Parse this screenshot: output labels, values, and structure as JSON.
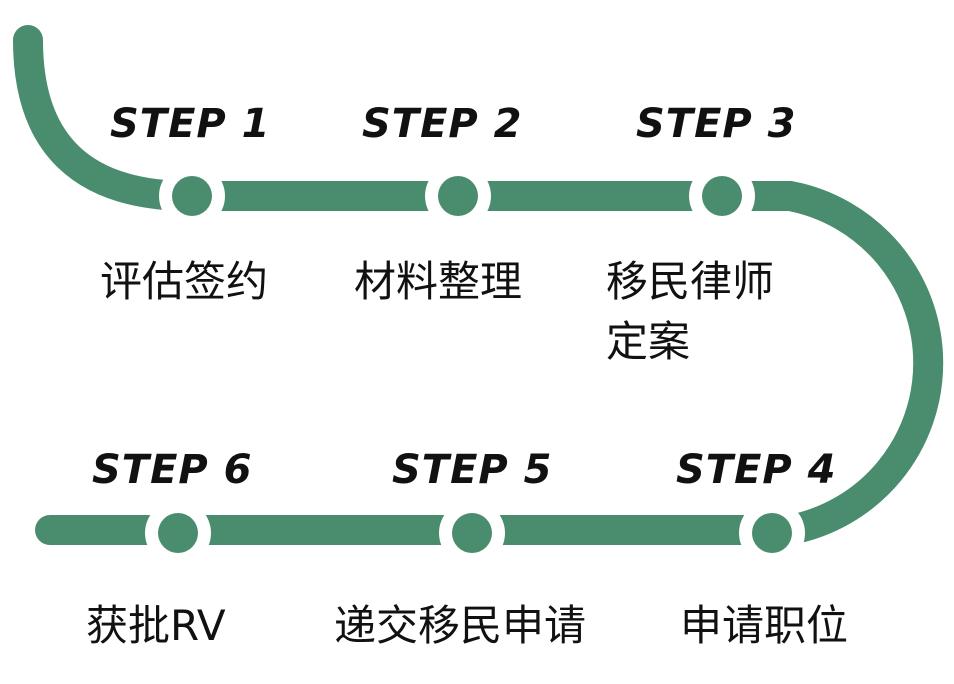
{
  "colors": {
    "path": "#4a8c6e",
    "node_ring": "#ffffff",
    "node_dot": "#4a8c6e",
    "text": "#111111"
  },
  "steps": [
    {
      "label": "STEP 1",
      "text": "评估签约"
    },
    {
      "label": "STEP 2",
      "text": "材料整理"
    },
    {
      "label": "STEP 3",
      "text_lines": [
        "移民律师",
        "定案"
      ]
    },
    {
      "label": "STEP 4",
      "text": "申请职位"
    },
    {
      "label": "STEP 5",
      "text": "递交移民申请"
    },
    {
      "label": "STEP 6",
      "text": "获批RV"
    }
  ]
}
